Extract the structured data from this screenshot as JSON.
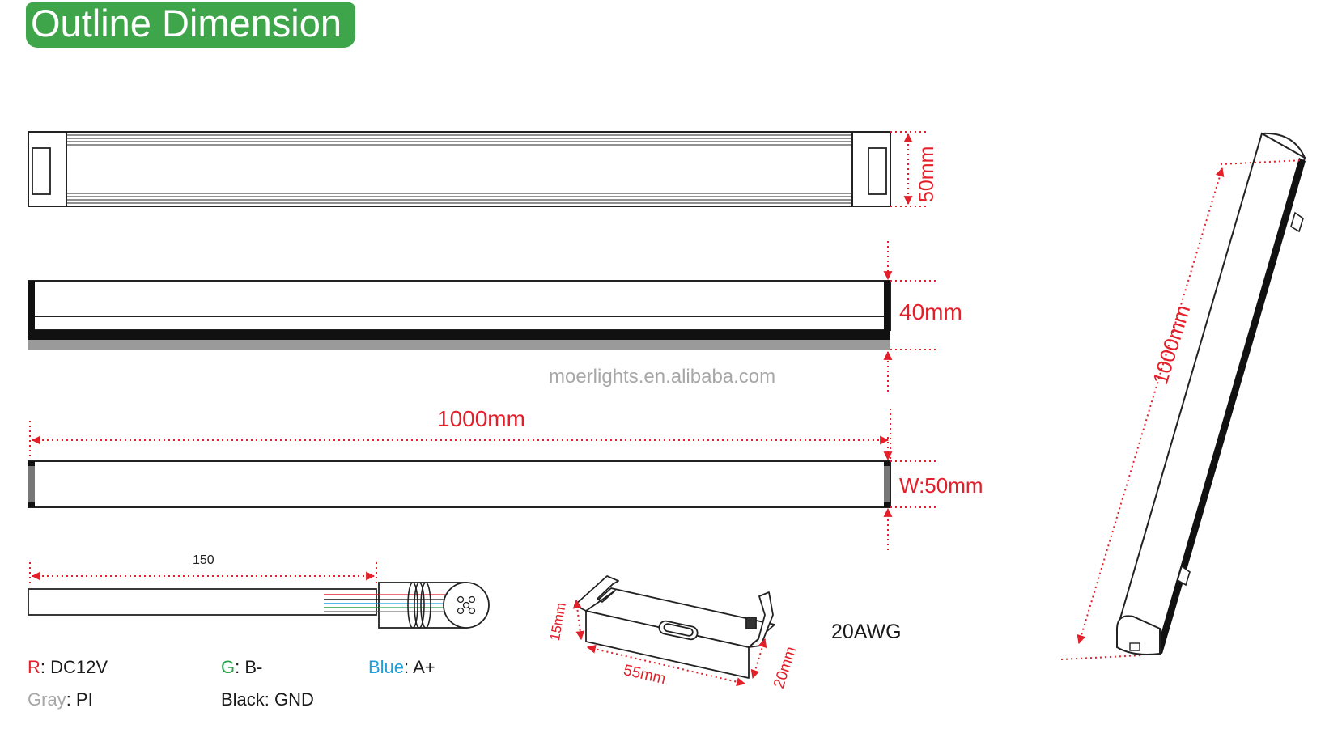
{
  "title": "Outline Dimension",
  "watermark": "moerlights.en.alibaba.com",
  "dimensions": {
    "top_height": "50mm",
    "side_height": "40mm",
    "length": "1000mm",
    "width": "W:50mm",
    "cable_length": "150",
    "bracket_height": "15mm",
    "bracket_length": "55mm",
    "bracket_depth": "20mm",
    "iso_length": "1000mm"
  },
  "wire_gauge": "20AWG",
  "legend": {
    "r_key": "R",
    "r_val": "DC12V",
    "g_key": "G",
    "g_val": "B-",
    "blue_key": "Blue",
    "blue_val": "A+",
    "gray_key": "Gray",
    "gray_val": "PI",
    "black_val": "Black: GND",
    "sep": ": "
  },
  "colors": {
    "title_bg": "#3fa54a",
    "dimension": "#e3202a",
    "wire_red": "#e3202a",
    "wire_green": "#2aa14a",
    "wire_blue": "#1da0dc",
    "wire_gray": "#a7a7a7"
  }
}
